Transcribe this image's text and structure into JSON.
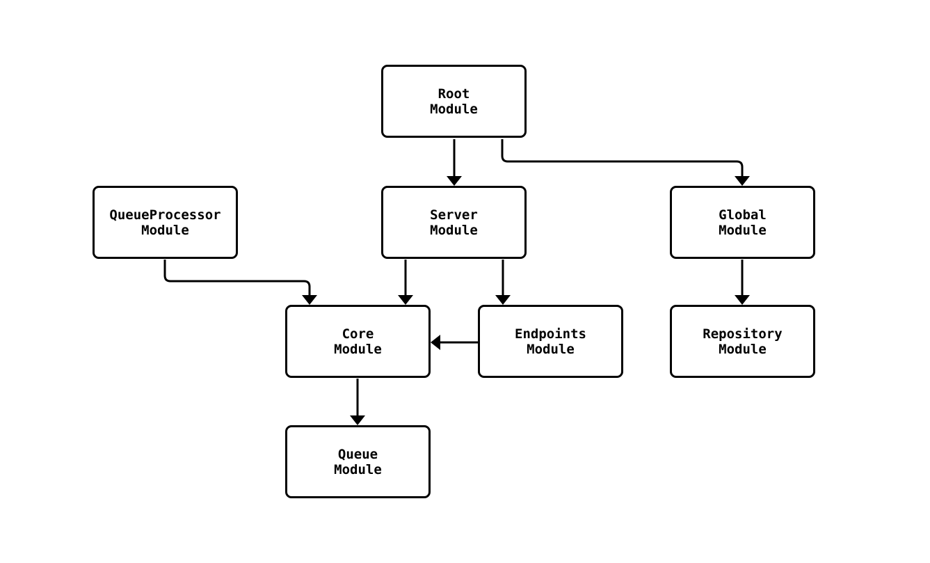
{
  "diagram": {
    "type": "module-dependency-flowchart",
    "background_color": "#ffffff",
    "node_fill_color": "#ffffff",
    "node_border_color": "#000000",
    "edge_color": "#000000",
    "text_color": "#000000",
    "nodes": [
      {
        "id": "root",
        "label": "Root\nModule"
      },
      {
        "id": "queueprocessor",
        "label": "QueueProcessor\nModule"
      },
      {
        "id": "server",
        "label": "Server\nModule"
      },
      {
        "id": "global",
        "label": "Global\nModule"
      },
      {
        "id": "core",
        "label": "Core\nModule"
      },
      {
        "id": "endpoints",
        "label": "Endpoints\nModule"
      },
      {
        "id": "repository",
        "label": "Repository\nModule"
      },
      {
        "id": "queue",
        "label": "Queue\nModule"
      }
    ],
    "edges": [
      {
        "from": "root",
        "to": "server"
      },
      {
        "from": "root",
        "to": "global"
      },
      {
        "from": "queueprocessor",
        "to": "core"
      },
      {
        "from": "server",
        "to": "core"
      },
      {
        "from": "server",
        "to": "endpoints"
      },
      {
        "from": "endpoints",
        "to": "core"
      },
      {
        "from": "global",
        "to": "repository"
      },
      {
        "from": "core",
        "to": "queue"
      }
    ]
  }
}
